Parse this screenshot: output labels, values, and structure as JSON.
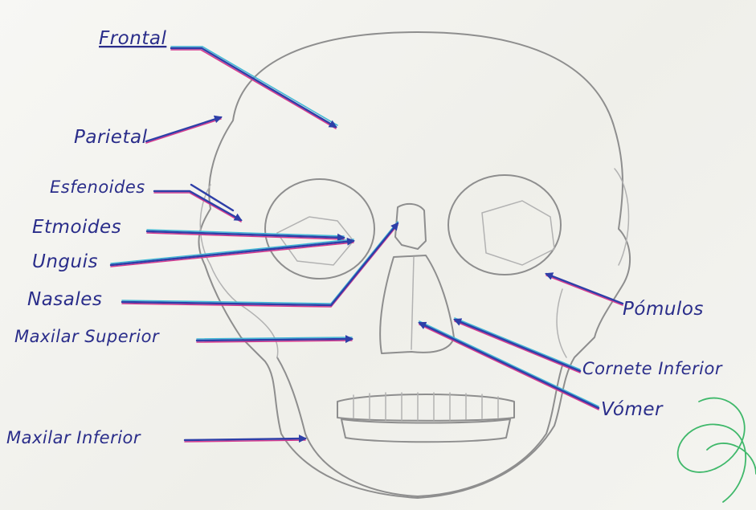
{
  "labels": {
    "frontal": "Frontal",
    "parietal": "Parietal",
    "esfenoides": "Esfenoides",
    "etmoides": "Etmoides",
    "unguis": "Unguis",
    "nasales": "Nasales",
    "maxilar_superior": "Maxilar Superior",
    "maxilar_inferior": "Maxilar Inferior",
    "pomulos": "Pómulos",
    "cornete_inferior": "Cornete Inferior",
    "vomer": "Vómer"
  },
  "colors": {
    "ink": "#2a2d8a",
    "arrow": "#2e3fa8",
    "arrow_highlight_pink": "#d63c8f",
    "arrow_highlight_cyan": "#44b8d6",
    "pencil": "#8e8e8e",
    "paper": "#f3f3ef",
    "bone_tint": "#f5f0d6",
    "signature": "#3fb86a"
  },
  "icons": {
    "signature": "green-looped-signature-icon"
  }
}
